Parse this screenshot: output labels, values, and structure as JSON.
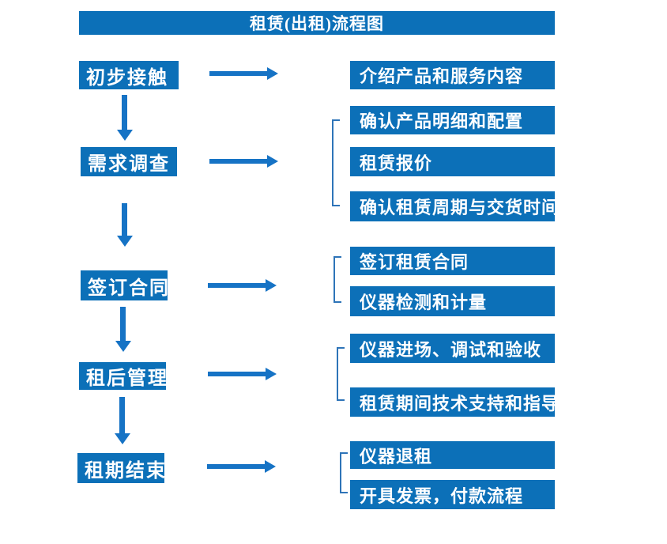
{
  "title": "租赁(出租)流程图",
  "colors": {
    "box_blue": "#0C70B8",
    "arrow_blue": "#1673C5",
    "bracket_blue": "#2E74B8",
    "text": "#FFFFFF",
    "background": "#FFFFFF"
  },
  "flow": [
    {
      "step": "初步接触",
      "details": [
        "介绍产品和服务内容"
      ]
    },
    {
      "step": "需求调查",
      "details": [
        "确认产品明细和配置",
        "租赁报价",
        "确认租赁周期与交货时间"
      ]
    },
    {
      "step": "签订合同",
      "details": [
        "签订租赁合同",
        "仪器检测和计量"
      ]
    },
    {
      "step": "租后管理",
      "details": [
        "仪器进场、调试和验收",
        "租赁期间技术支持和指导"
      ]
    },
    {
      "step": "租期结束",
      "details": [
        "仪器退租",
        "开具发票，付款流程"
      ]
    }
  ]
}
